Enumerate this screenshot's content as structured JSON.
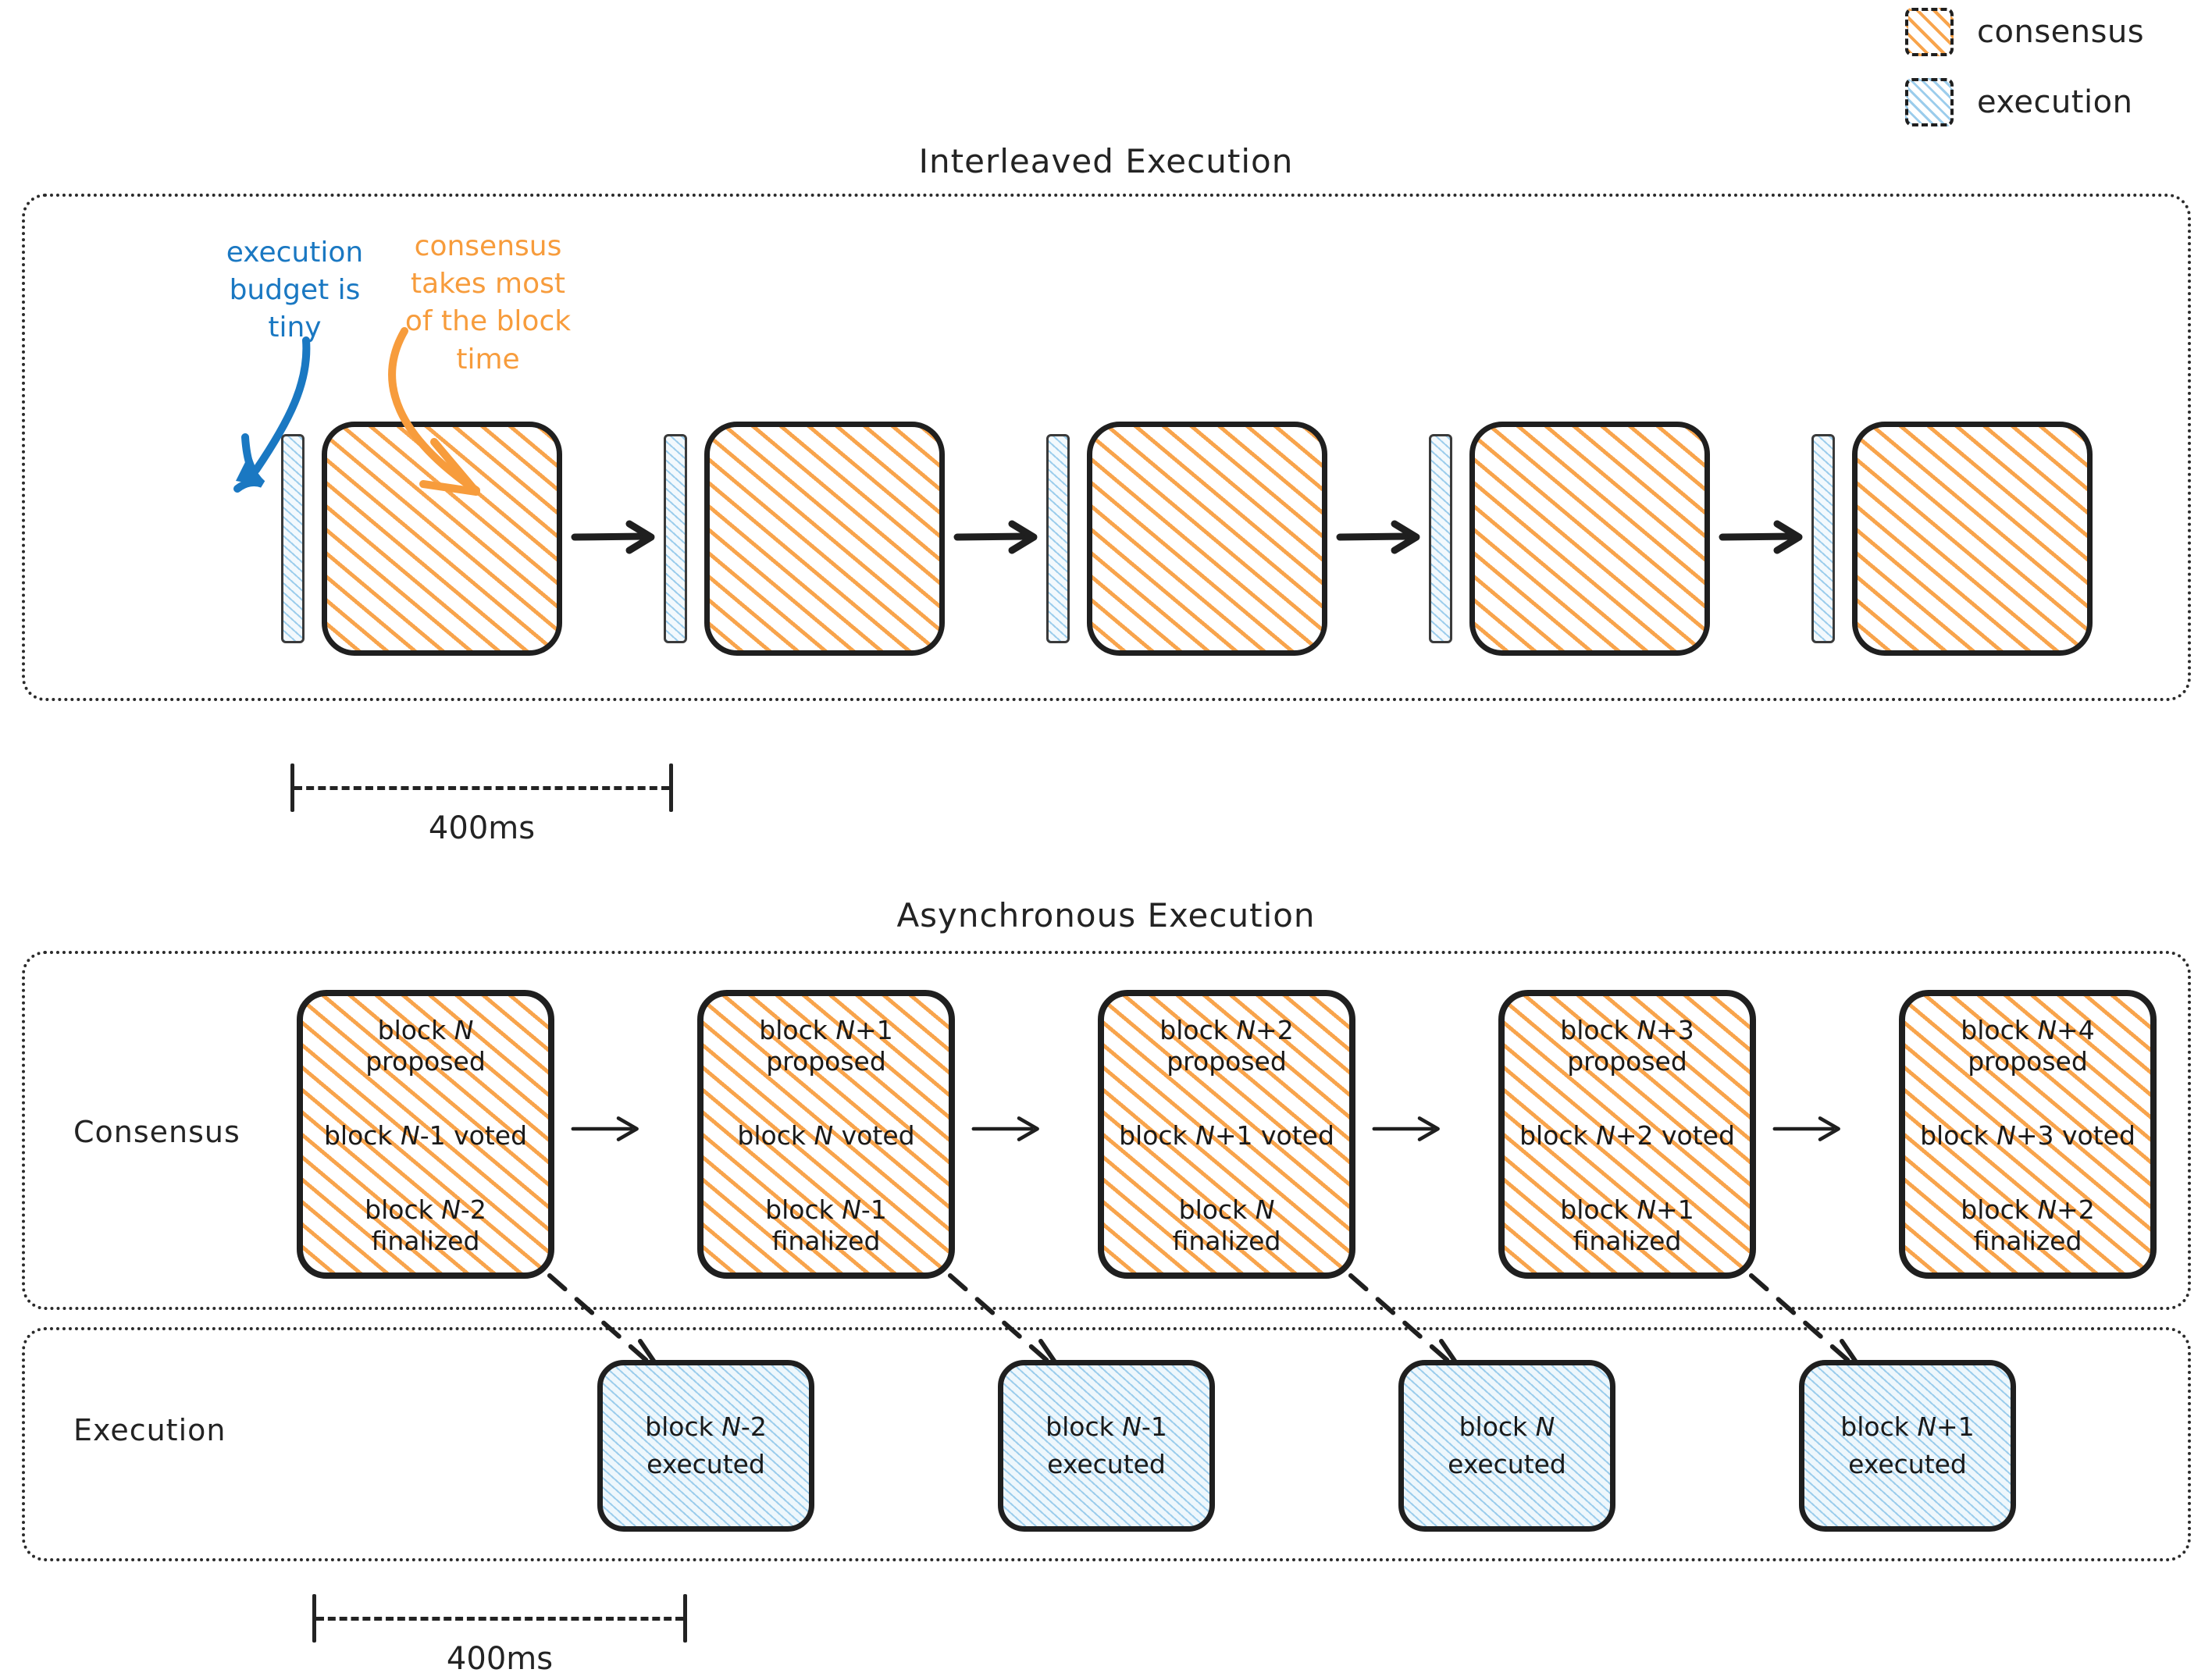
{
  "legend": {
    "items": [
      {
        "label": "consensus",
        "color": "#f8a44c",
        "icon": "consensus-swatch"
      },
      {
        "label": "execution",
        "color": "#9ccdec",
        "icon": "execution-swatch"
      }
    ]
  },
  "interleaved": {
    "title": "Interleaved Execution",
    "annotations": {
      "execution_note": "execution budget is tiny",
      "execution_note_color": "#1a78c2",
      "consensus_note": "consensus takes most of the block time",
      "consensus_note_color": "#f79c3c"
    },
    "slots": [
      {
        "execution": "execution-sliver",
        "consensus": "consensus-block"
      },
      {
        "execution": "execution-sliver",
        "consensus": "consensus-block"
      },
      {
        "execution": "execution-sliver",
        "consensus": "consensus-block"
      },
      {
        "execution": "execution-sliver",
        "consensus": "consensus-block"
      },
      {
        "execution": "execution-sliver",
        "consensus": "consensus-block"
      }
    ],
    "measure_label": "400ms"
  },
  "async": {
    "title": "Asynchronous Execution",
    "row_labels": {
      "consensus": "Consensus",
      "execution": "Execution"
    },
    "consensus_blocks": [
      {
        "proposed": "block N\nproposed",
        "voted": "block N-1 voted",
        "finalized": "block N-2\nfinalized"
      },
      {
        "proposed": "block N+1\nproposed",
        "voted": "block N voted",
        "finalized": "block N-1\nfinalized"
      },
      {
        "proposed": "block N+2\nproposed",
        "voted": "block N+1 voted",
        "finalized": "block N\nfinalized"
      },
      {
        "proposed": "block N+3\nproposed",
        "voted": "block N+2 voted",
        "finalized": "block N+1\nfinalized"
      },
      {
        "proposed": "block N+4\nproposed",
        "voted": "block N+3 voted",
        "finalized": "block N+2\nfinalized"
      }
    ],
    "execution_blocks": [
      {
        "label": "block N-2\nexecuted"
      },
      {
        "label": "block N-1\nexecuted"
      },
      {
        "label": "block N\nexecuted"
      },
      {
        "label": "block N+1\nexecuted"
      }
    ],
    "measure_label": "400ms"
  },
  "chart_data": {
    "type": "diagram",
    "title": "Interleaved vs Asynchronous Execution",
    "block_time_ms": 400,
    "panels": [
      {
        "name": "Interleaved Execution",
        "slot_count": 5,
        "composition": [
          {
            "phase": "execution",
            "relative_width": 0.08
          },
          {
            "phase": "consensus",
            "relative_width": 0.92
          }
        ],
        "notes": [
          "execution budget is tiny",
          "consensus takes most of the block time"
        ]
      },
      {
        "name": "Asynchronous Execution",
        "lanes": [
          "Consensus",
          "Execution"
        ],
        "consensus_slots": 5,
        "execution_slots": 4,
        "execution_lag_slots": 1,
        "finalized_to_executed_offset": 1
      }
    ],
    "legend": [
      "consensus",
      "execution"
    ]
  }
}
